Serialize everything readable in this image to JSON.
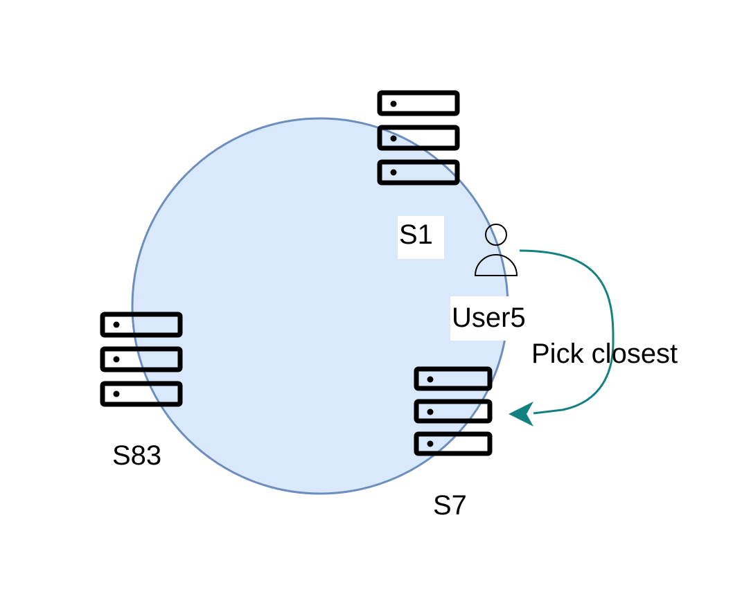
{
  "colors": {
    "ring_fill": "#dae8fc",
    "ring_stroke": "#6c8ebf",
    "server_stroke": "#000000",
    "arrow": "#12817f",
    "text": "#000000"
  },
  "ring": {
    "nodes": [
      {
        "id": "s1",
        "label": "S1",
        "icon": "server-rack-icon"
      },
      {
        "id": "s7",
        "label": "S7",
        "icon": "server-rack-icon"
      },
      {
        "id": "s83",
        "label": "S83",
        "icon": "server-rack-icon"
      }
    ],
    "user": {
      "label": "User5",
      "icon": "user-icon"
    },
    "edge": {
      "label": "Pick closest",
      "from": "User5",
      "to": "S7"
    }
  }
}
